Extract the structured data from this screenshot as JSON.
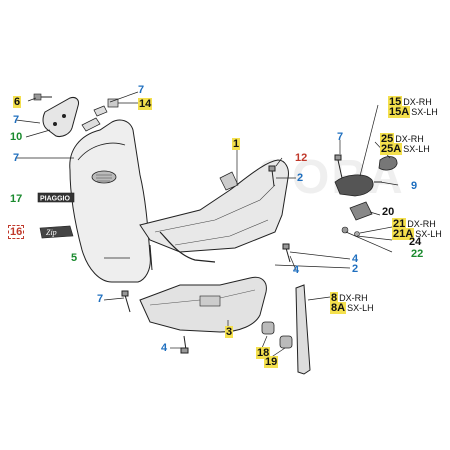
{
  "colors": {
    "yellow_tag": "#f4e04d",
    "green_num": "#1a8a2e",
    "blue_num": "#1f6fbf",
    "red_num": "#c0392b",
    "line": "#222222",
    "part_fill": "#e6e6e6",
    "part_dark": "#9a9a9a"
  },
  "watermark": "SORA",
  "callouts": {
    "c1": {
      "num": "1",
      "color": "#111111",
      "tag": true
    },
    "c2a": {
      "num": "2",
      "color": "#1f6fbf",
      "tag": false
    },
    "c2b": {
      "num": "2",
      "color": "#1f6fbf",
      "tag": false
    },
    "c3": {
      "num": "3",
      "color": "#111111",
      "tag": true
    },
    "c4a": {
      "num": "4",
      "color": "#1f6fbf",
      "tag": false
    },
    "c4b": {
      "num": "4",
      "color": "#1f6fbf",
      "tag": false
    },
    "c4c": {
      "num": "4",
      "color": "#1f6fbf",
      "tag": false
    },
    "c5": {
      "num": "5",
      "color": "#1a8a2e",
      "tag": false
    },
    "c6": {
      "num": "6",
      "color": "#111111",
      "tag": true
    },
    "c7a": {
      "num": "7",
      "color": "#1f6fbf",
      "tag": false
    },
    "c7b": {
      "num": "7",
      "color": "#1f6fbf",
      "tag": false
    },
    "c7c": {
      "num": "7",
      "color": "#1f6fbf",
      "tag": false
    },
    "c7d": {
      "num": "7",
      "color": "#1f6fbf",
      "tag": false
    },
    "c8": {
      "num": "8",
      "color": "#111111",
      "tag": true,
      "text": "DX-RH"
    },
    "c8a": {
      "num": "8A",
      "color": "#111111",
      "tag": true,
      "text": "SX-LH"
    },
    "c9": {
      "num": "9",
      "color": "#1f6fbf",
      "tag": false
    },
    "c10": {
      "num": "10",
      "color": "#1a8a2e",
      "tag": false
    },
    "c12": {
      "num": "12",
      "color": "#c0392b",
      "tag": false
    },
    "c14": {
      "num": "14",
      "color": "#111111",
      "tag": true
    },
    "c15": {
      "num": "15",
      "color": "#111111",
      "tag": true,
      "text": "DX-RH"
    },
    "c15a": {
      "num": "15A",
      "color": "#111111",
      "tag": true,
      "text": "SX-LH"
    },
    "c16": {
      "num": "16",
      "color": "#c0392b",
      "tag": false
    },
    "c17": {
      "num": "17",
      "color": "#1a8a2e",
      "tag": false
    },
    "c18": {
      "num": "18",
      "color": "#111111",
      "tag": true
    },
    "c19": {
      "num": "19",
      "color": "#111111",
      "tag": true
    },
    "c20": {
      "num": "20",
      "color": "#111111",
      "tag": false
    },
    "c21": {
      "num": "21",
      "color": "#111111",
      "tag": true,
      "text": "DX-RH"
    },
    "c21a": {
      "num": "21A",
      "color": "#111111",
      "tag": true,
      "text": "SX-LH"
    },
    "c22": {
      "num": "22",
      "color": "#1a8a2e",
      "tag": false
    },
    "c24": {
      "num": "24",
      "color": "#111111",
      "tag": false
    },
    "c25": {
      "num": "25",
      "color": "#111111",
      "tag": true,
      "text": "DX-RH"
    },
    "c25a": {
      "num": "25A",
      "color": "#111111",
      "tag": true,
      "text": "SX-LH"
    }
  },
  "emblem_text": "PIAGGIO",
  "badge_text": "Zip"
}
